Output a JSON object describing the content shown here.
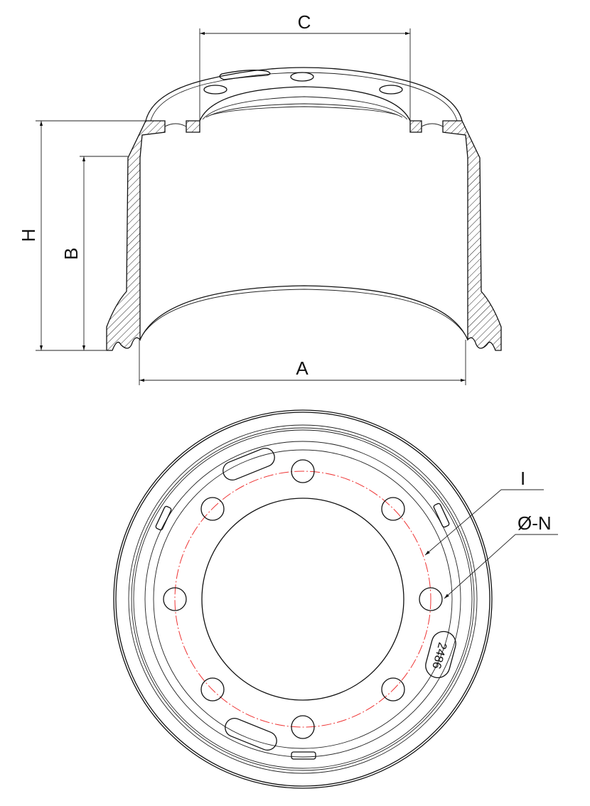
{
  "title": "Brake drum technical drawing",
  "dimensions": {
    "A": "A",
    "B": "B",
    "C": "C",
    "H": "H",
    "I": "I",
    "N": "Ø-N"
  },
  "part_marking": "2486",
  "colors": {
    "line": "#111111",
    "bolt_circle": "#ee3333"
  }
}
